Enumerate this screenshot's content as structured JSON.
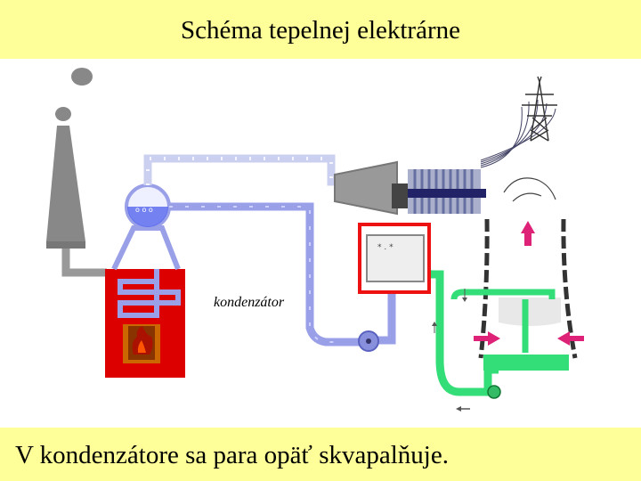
{
  "slide": {
    "title": "Schéma tepelnej elektrárne",
    "caption": "V kondenzátore sa para opäť skvapalňuje."
  },
  "diagram": {
    "condenser_label": "kondenzátor",
    "colors": {
      "header_bg": "#ffff99",
      "steam_pipe": "#9aa0e8",
      "cooling_water": "#33dd77",
      "boiler": "#dd0000",
      "highlight": "#ee1111",
      "smoke": "#888888",
      "arrow": "#dd2277"
    },
    "icons": [
      "chimney-icon",
      "boiler-icon",
      "fire-icon",
      "turbine-icon",
      "generator-icon",
      "power-pylon-icon",
      "cooling-tower-icon",
      "pump-icon",
      "arrow-icon"
    ]
  }
}
